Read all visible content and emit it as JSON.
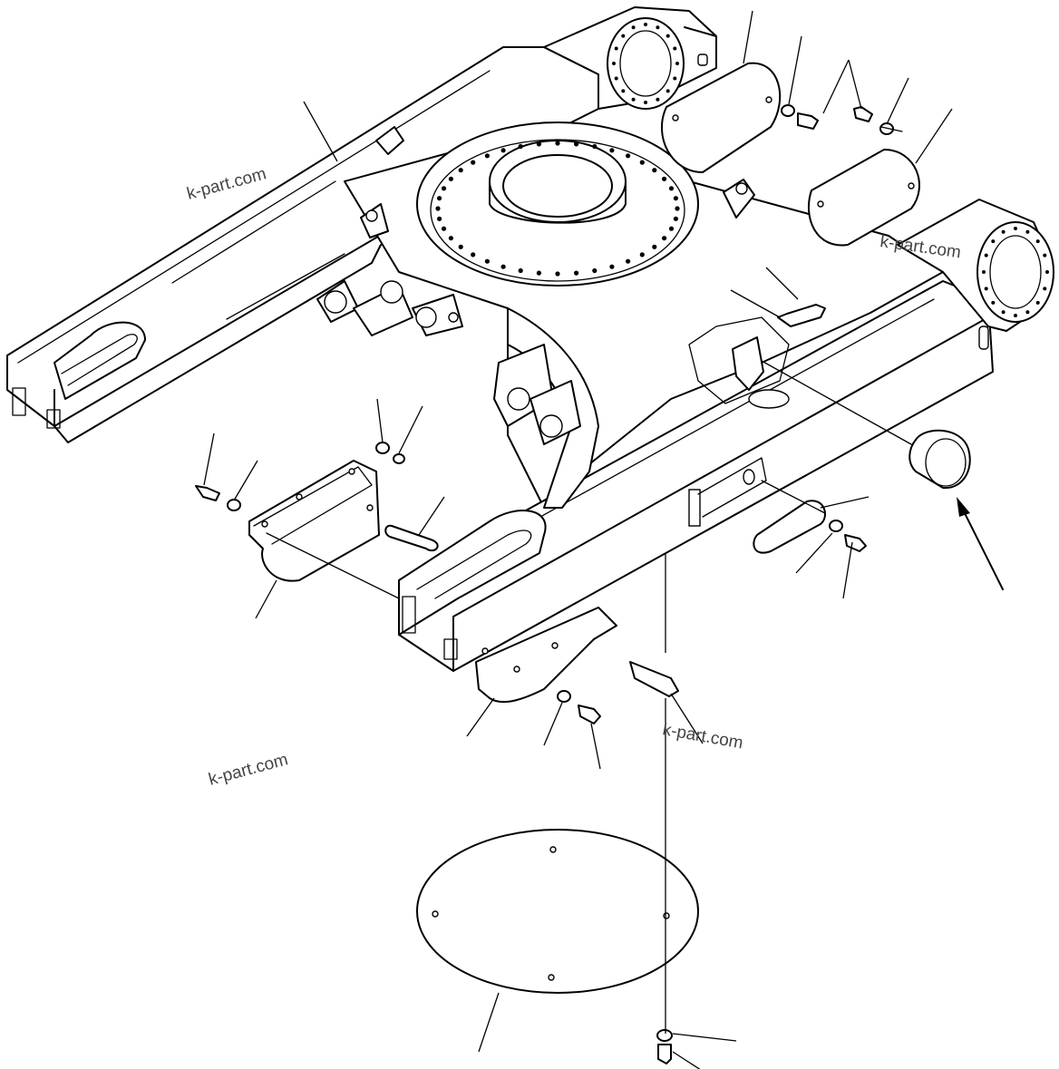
{
  "watermarks": [
    "k-part.com",
    "k-part.com",
    "k-part.com",
    "k-part.com"
  ],
  "parts": [
    {
      "id": "track-frame",
      "icon": "undercarriage-frame-icon"
    },
    {
      "id": "swing-circle",
      "icon": "bolt-circle-ring-icon"
    },
    {
      "id": "cover-plate-upper-left",
      "icon": "oval-plate-icon"
    },
    {
      "id": "cover-plate-upper-right",
      "icon": "oval-plate-icon"
    },
    {
      "id": "side-cover-small",
      "icon": "oval-plate-icon"
    },
    {
      "id": "guard-bracket-left",
      "icon": "bracket-icon"
    },
    {
      "id": "guard-bracket-front",
      "icon": "bracket-icon"
    },
    {
      "id": "pin",
      "icon": "pin-icon"
    },
    {
      "id": "under-cover-disc",
      "icon": "disc-plate-icon"
    },
    {
      "id": "plug",
      "icon": "plug-icon"
    }
  ]
}
